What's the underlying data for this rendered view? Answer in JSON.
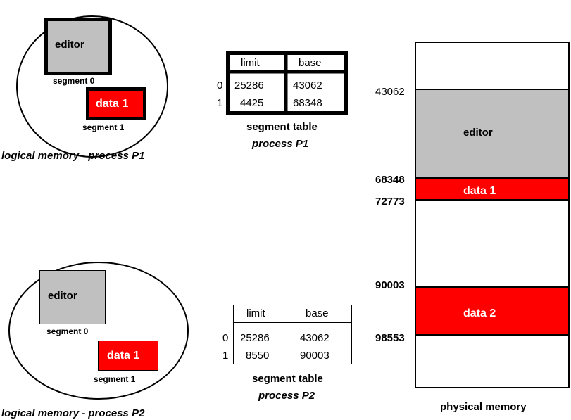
{
  "colors": {
    "segment_gray": "#c0c0c0",
    "segment_red": "#ff0000"
  },
  "p1": {
    "editor": "editor",
    "segment0": "segment 0",
    "data": "data 1",
    "segment1": "segment 1",
    "caption": "logical memory - process P1",
    "table": {
      "headers": [
        "limit",
        "base"
      ],
      "rows": [
        {
          "index": "0",
          "limit": "25286",
          "base": "43062"
        },
        {
          "index": "1",
          "limit": "4425",
          "base": "68348"
        }
      ],
      "caption1": "segment table",
      "caption2": "process P1"
    }
  },
  "p2": {
    "editor": "editor",
    "segment0": "segment 0",
    "data": "data 1",
    "segment1": "segment 1",
    "caption": "logical memory - process P2",
    "table": {
      "headers": [
        "limit",
        "base"
      ],
      "rows": [
        {
          "index": "0",
          "limit": "25286",
          "base": "43062"
        },
        {
          "index": "1",
          "limit": "8550",
          "base": "90003"
        }
      ],
      "caption1": "segment table",
      "caption2": "process P2"
    }
  },
  "physical": {
    "caption": "physical memory",
    "addresses": [
      "43062",
      "68348",
      "72773",
      "90003",
      "98553"
    ],
    "blocks": [
      "editor",
      "data 1",
      "data 2"
    ]
  }
}
